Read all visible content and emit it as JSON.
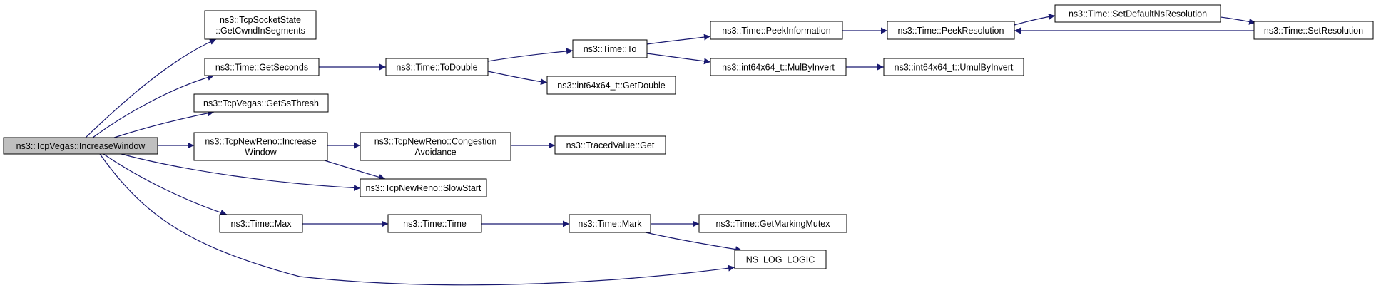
{
  "diagram": {
    "nodes": [
      {
        "id": "increase_window",
        "lines": [
          "ns3::TcpVegas::IncreaseWindow"
        ],
        "root": true
      },
      {
        "id": "get_cwnd_in_segments",
        "lines": [
          "ns3::TcpSocketState",
          "::GetCwndInSegments"
        ]
      },
      {
        "id": "get_seconds",
        "lines": [
          "ns3::Time::GetSeconds"
        ]
      },
      {
        "id": "get_ss_thresh",
        "lines": [
          "ns3::TcpVegas::GetSsThresh"
        ]
      },
      {
        "id": "newreno_increase_window",
        "lines": [
          "ns3::TcpNewReno::Increase",
          "Window"
        ]
      },
      {
        "id": "slow_start",
        "lines": [
          "ns3::TcpNewReno::SlowStart"
        ]
      },
      {
        "id": "time_max",
        "lines": [
          "ns3::Time::Max"
        ]
      },
      {
        "id": "to_double",
        "lines": [
          "ns3::Time::ToDouble"
        ]
      },
      {
        "id": "congestion_avoidance",
        "lines": [
          "ns3::TcpNewReno::Congestion",
          "Avoidance"
        ]
      },
      {
        "id": "time_time",
        "lines": [
          "ns3::Time::Time"
        ]
      },
      {
        "id": "time_to",
        "lines": [
          "ns3::Time::To"
        ]
      },
      {
        "id": "get_double",
        "lines": [
          "ns3::int64x64_t::GetDouble"
        ]
      },
      {
        "id": "traced_value_get",
        "lines": [
          "ns3::TracedValue::Get"
        ]
      },
      {
        "id": "time_mark",
        "lines": [
          "ns3::Time::Mark"
        ]
      },
      {
        "id": "peek_information",
        "lines": [
          "ns3::Time::PeekInformation"
        ]
      },
      {
        "id": "mul_by_invert",
        "lines": [
          "ns3::int64x64_t::MulByInvert"
        ]
      },
      {
        "id": "get_marking_mutex",
        "lines": [
          "ns3::Time::GetMarkingMutex"
        ]
      },
      {
        "id": "ns_log_logic",
        "lines": [
          "NS_LOG_LOGIC"
        ]
      },
      {
        "id": "peek_resolution",
        "lines": [
          "ns3::Time::PeekResolution"
        ]
      },
      {
        "id": "umul_by_invert",
        "lines": [
          "ns3::int64x64_t::UmulByInvert"
        ]
      },
      {
        "id": "set_default_ns_resolution",
        "lines": [
          "ns3::Time::SetDefaultNsResolution"
        ]
      },
      {
        "id": "set_resolution",
        "lines": [
          "ns3::Time::SetResolution"
        ]
      }
    ],
    "edges": [
      {
        "from": "increase_window",
        "to": "get_cwnd_in_segments"
      },
      {
        "from": "increase_window",
        "to": "get_seconds"
      },
      {
        "from": "increase_window",
        "to": "get_ss_thresh"
      },
      {
        "from": "increase_window",
        "to": "newreno_increase_window"
      },
      {
        "from": "increase_window",
        "to": "slow_start"
      },
      {
        "from": "increase_window",
        "to": "time_max"
      },
      {
        "from": "increase_window",
        "to": "ns_log_logic"
      },
      {
        "from": "get_seconds",
        "to": "to_double"
      },
      {
        "from": "to_double",
        "to": "time_to"
      },
      {
        "from": "to_double",
        "to": "get_double"
      },
      {
        "from": "time_to",
        "to": "peek_information"
      },
      {
        "from": "time_to",
        "to": "mul_by_invert"
      },
      {
        "from": "peek_information",
        "to": "peek_resolution"
      },
      {
        "from": "mul_by_invert",
        "to": "umul_by_invert"
      },
      {
        "from": "peek_resolution",
        "to": "set_default_ns_resolution"
      },
      {
        "from": "set_default_ns_resolution",
        "to": "set_resolution"
      },
      {
        "from": "set_resolution",
        "to": "peek_resolution"
      },
      {
        "from": "newreno_increase_window",
        "to": "congestion_avoidance"
      },
      {
        "from": "newreno_increase_window",
        "to": "slow_start"
      },
      {
        "from": "congestion_avoidance",
        "to": "traced_value_get"
      },
      {
        "from": "time_max",
        "to": "time_time"
      },
      {
        "from": "time_time",
        "to": "time_mark"
      },
      {
        "from": "time_mark",
        "to": "get_marking_mutex"
      },
      {
        "from": "time_mark",
        "to": "ns_log_logic"
      }
    ]
  }
}
